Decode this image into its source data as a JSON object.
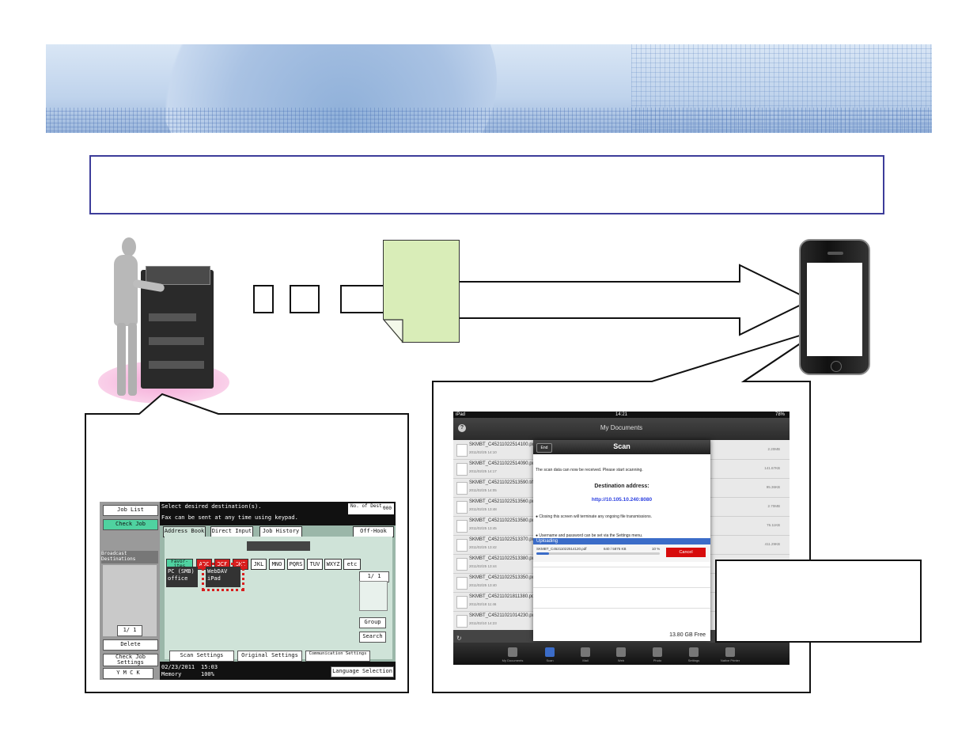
{
  "slide": {
    "title_box_text": ""
  },
  "mfp": {
    "job_list": "Job List",
    "check_job": "Check Job",
    "prompt": "Select desired destination(s).",
    "fax_hint": "Fax can be sent at any time using keypad.",
    "no_of_dest_label": "No. of Dest.",
    "no_of_dest_value": "000",
    "tabs": [
      "Address Book",
      "Direct Input",
      "Job History"
    ],
    "off_hook": "Off-Hook",
    "broadcast": "Broadcast Destinations",
    "favorites": "Favor-ites",
    "alpha_tabs": [
      "ABC",
      "DEF",
      "GHI",
      "JKL",
      "MNO",
      "PQRS",
      "TUV",
      "WXYZ",
      "etc"
    ],
    "destinations": [
      {
        "label": "PC (SMB) office"
      },
      {
        "label": "WebDAV iPad"
      }
    ],
    "page_right": "1/ 1",
    "page_left": "1/ 1",
    "group": "Group",
    "search": "Search",
    "delete": "Delete",
    "check_job_settings": "Check Job Settings",
    "scan_settings": "Scan Settings",
    "original_settings": "Original Settings",
    "communication_settings": "Communication Settings",
    "toner": "Y  M  C  K",
    "date": "02/23/2011",
    "time": "15:03",
    "memory_label": "Memory",
    "memory_value": "100%",
    "language_selection": "Language Selection"
  },
  "ipad": {
    "status_left": "iPad",
    "status_time": "14:21",
    "status_battery": "78%",
    "nav_title": "My Documents",
    "rows": [
      {
        "name": "SKMBT_C45211022514100.pdf",
        "date": "2011/02/25 14:10",
        "size": "2.20MB"
      },
      {
        "name": "SKMBT_C45211022514090.pdf",
        "date": "2011/02/25 14:17",
        "size": "141.67KB"
      },
      {
        "name": "SKMBT_C45211022513590.tif",
        "date": "2011/02/25 14:05",
        "size": "95.36KB"
      },
      {
        "name": "SKMBT_C45211022513560.pdf",
        "date": "2011/02/25 13:48",
        "size": "2.70MB"
      },
      {
        "name": "SKMBT_C45211022513580.pdf",
        "date": "2011/02/25 13:45",
        "size": "76.11KB"
      },
      {
        "name": "SKMBT_C45211022513370.pdf",
        "date": "2011/02/25 13:42",
        "size": "411.29KB"
      },
      {
        "name": "SKMBT_C45211022513380.pdf",
        "date": "2011/02/25 13:44",
        "size": ""
      },
      {
        "name": "SKMBT_C45211022513350.pdf",
        "date": "2011/02/25 13:40",
        "size": ""
      },
      {
        "name": "SKMBT_C45211021811380.pdf",
        "date": "2011/02/18 11:46",
        "size": ""
      },
      {
        "name": "SKMBT_C45211021014230.pdf",
        "date": "2011/02/10 14:23",
        "size": ""
      }
    ],
    "modal": {
      "end": "End",
      "title": "Scan",
      "message": "The scan data can now be received. Please start scanning.",
      "dest_label": "Destination address:",
      "dest_url": "http://10.105.10.240:8080",
      "note1": "Closing this screen will terminate any ongoing file transmissions.",
      "note2": "Username and password can be set via the Settings menu.",
      "uploading": "Uploading",
      "upload_file": "SKMBT_C45211022514120.pdf",
      "upload_kb": "640 / 5875 KB",
      "upload_pct": "10 %",
      "upload_progress": 0.1,
      "cancel": "Cancel",
      "free": "13.80 GB Free"
    },
    "tabs": [
      "My Documents",
      "Scan",
      "Mail",
      "Web",
      "Photo",
      "Settings",
      "Native Printer"
    ]
  },
  "colors": {
    "doc_fill": "#d9edb8",
    "floor": "#f4a7d6",
    "highlight": "#d81e1e",
    "panel_green": "#4fd2a0",
    "title_border": "#3d3d9a"
  }
}
